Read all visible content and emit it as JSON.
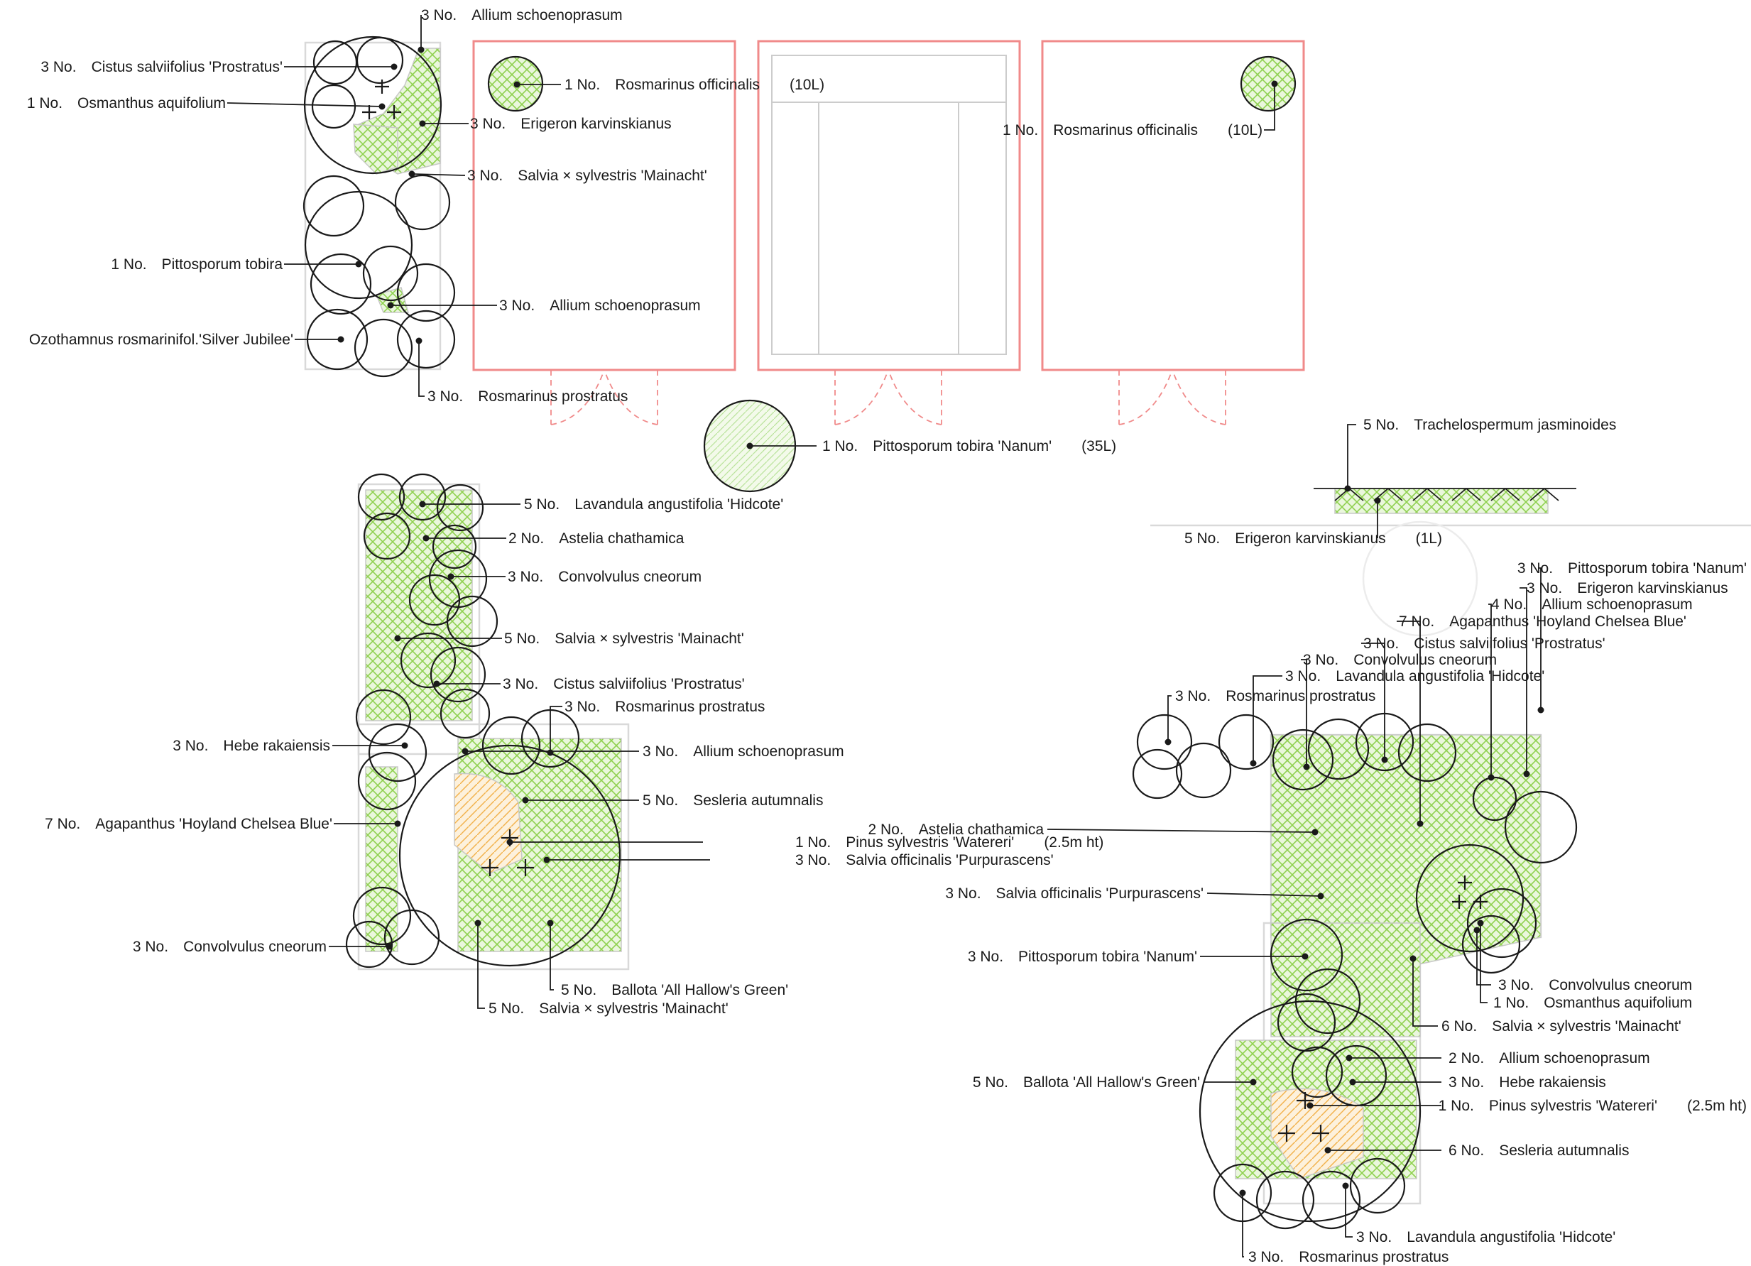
{
  "diagram": {
    "kind": "planting-plan",
    "colors": {
      "hatch_green": "#8fd14f",
      "hatch_green_bg": "#eaf7dc",
      "hatch_orange": "#f2b24c",
      "hatch_orange_bg": "#fdf1dc",
      "building_outline": "#f08a8a",
      "ink": "#1a1a1a",
      "paving": "#d9d9d9"
    },
    "labels": [
      {
        "id": "l01",
        "qty": "3 No.",
        "name": "Allium schoenoprasum"
      },
      {
        "id": "l02",
        "qty": "3 No.",
        "name": "Cistus salviifolius 'Prostratus'"
      },
      {
        "id": "l03",
        "qty": "1 No.",
        "name": "Osmanthus aquifolium"
      },
      {
        "id": "l04",
        "qty": "3 No.",
        "name": "Erigeron karvinskianus"
      },
      {
        "id": "l05",
        "qty": "3 No.",
        "name": "Salvia × sylvestris 'Mainacht'"
      },
      {
        "id": "l06",
        "qty": "1 No.",
        "name": "Pittosporum tobira"
      },
      {
        "id": "l07",
        "qty": "3 No.",
        "name": "Allium schoenoprasum"
      },
      {
        "id": "l08",
        "qty": "",
        "name": "Ozothamnus rosmarinifol.'Silver Jubilee'"
      },
      {
        "id": "l09",
        "qty": "3 No.",
        "name": "Rosmarinus prostratus"
      },
      {
        "id": "l10",
        "qty": "1 No.",
        "name": "Rosmarinus officinalis",
        "note": "(10L)"
      },
      {
        "id": "l11",
        "qty": "1 No.",
        "name": "Rosmarinus officinalis",
        "note": "(10L)"
      },
      {
        "id": "l12",
        "qty": "1 No.",
        "name": "Pittosporum tobira 'Nanum'",
        "note": "(35L)"
      },
      {
        "id": "l13",
        "qty": "5 No.",
        "name": "Trachelospermum jasminoides"
      },
      {
        "id": "l14",
        "qty": "5 No.",
        "name": "Erigeron karvinskianus",
        "note": "(1L)"
      },
      {
        "id": "l15",
        "qty": "5 No.",
        "name": "Lavandula angustifolia 'Hidcote'"
      },
      {
        "id": "l16",
        "qty": "2 No.",
        "name": "Astelia chathamica"
      },
      {
        "id": "l17",
        "qty": "3 No.",
        "name": "Convolvulus cneorum"
      },
      {
        "id": "l18",
        "qty": "5 No.",
        "name": "Salvia × sylvestris 'Mainacht'"
      },
      {
        "id": "l19",
        "qty": "3 No.",
        "name": "Cistus salviifolius 'Prostratus'"
      },
      {
        "id": "l20",
        "qty": "3 No.",
        "name": "Rosmarinus prostratus"
      },
      {
        "id": "l21",
        "qty": "3 No.",
        "name": "Hebe rakaiensis"
      },
      {
        "id": "l22",
        "qty": "3 No.",
        "name": "Allium schoenoprasum"
      },
      {
        "id": "l23",
        "qty": "5 No.",
        "name": "Sesleria autumnalis"
      },
      {
        "id": "l24",
        "qty": "7 No.",
        "name": "Agapanthus 'Hoyland Chelsea Blue'"
      },
      {
        "id": "l25",
        "qty": "1 No.",
        "name": "Pinus sylvestris 'Watereri'",
        "note": "(2.5m ht)"
      },
      {
        "id": "l26",
        "qty": "3 No.",
        "name": "Salvia officinalis 'Purpurascens'"
      },
      {
        "id": "l27",
        "qty": "3 No.",
        "name": "Convolvulus cneorum"
      },
      {
        "id": "l28",
        "qty": "5 No.",
        "name": "Ballota 'All Hallow's Green'"
      },
      {
        "id": "l29",
        "qty": "5 No.",
        "name": "Salvia × sylvestris 'Mainacht'"
      },
      {
        "id": "l30",
        "qty": "3 No.",
        "name": "Pittosporum tobira 'Nanum'"
      },
      {
        "id": "l31",
        "qty": "3 No.",
        "name": "Erigeron karvinskianus"
      },
      {
        "id": "l32",
        "qty": "4 No.",
        "name": "Allium schoenoprasum"
      },
      {
        "id": "l33",
        "qty": "7 No.",
        "name": "Agapanthus 'Hoyland Chelsea Blue'"
      },
      {
        "id": "l34",
        "qty": "3 No.",
        "name": "Cistus salviifolius 'Prostratus'"
      },
      {
        "id": "l35",
        "qty": "3 No.",
        "name": "Convolvulus cneorum"
      },
      {
        "id": "l36",
        "qty": "3 No.",
        "name": "Lavandula angustifolia 'Hidcote'"
      },
      {
        "id": "l37",
        "qty": "3 No.",
        "name": "Rosmarinus prostratus"
      },
      {
        "id": "l38",
        "qty": "2 No.",
        "name": "Astelia chathamica"
      },
      {
        "id": "l39",
        "qty": "3 No.",
        "name": "Salvia officinalis 'Purpurascens'"
      },
      {
        "id": "l40",
        "qty": "3 No.",
        "name": "Pittosporum tobira 'Nanum'"
      },
      {
        "id": "l41",
        "qty": "3 No.",
        "name": "Convolvulus cneorum"
      },
      {
        "id": "l42",
        "qty": "1 No.",
        "name": "Osmanthus aquifolium"
      },
      {
        "id": "l43",
        "qty": "6 No.",
        "name": "Salvia × sylvestris 'Mainacht'"
      },
      {
        "id": "l44",
        "qty": "2 No.",
        "name": "Allium schoenoprasum"
      },
      {
        "id": "l45",
        "qty": "5 No.",
        "name": "Ballota 'All Hallow's Green'"
      },
      {
        "id": "l46",
        "qty": "3 No.",
        "name": "Hebe rakaiensis"
      },
      {
        "id": "l47",
        "qty": "1 No.",
        "name": "Pinus sylvestris 'Watereri'",
        "note": "(2.5m ht)"
      },
      {
        "id": "l48",
        "qty": "6 No.",
        "name": "Sesleria autumnalis"
      },
      {
        "id": "l49",
        "qty": "3 No.",
        "name": "Lavandula angustifolia 'Hidcote'"
      },
      {
        "id": "l50",
        "qty": "3 No.",
        "name": "Rosmarinus prostratus"
      }
    ]
  }
}
